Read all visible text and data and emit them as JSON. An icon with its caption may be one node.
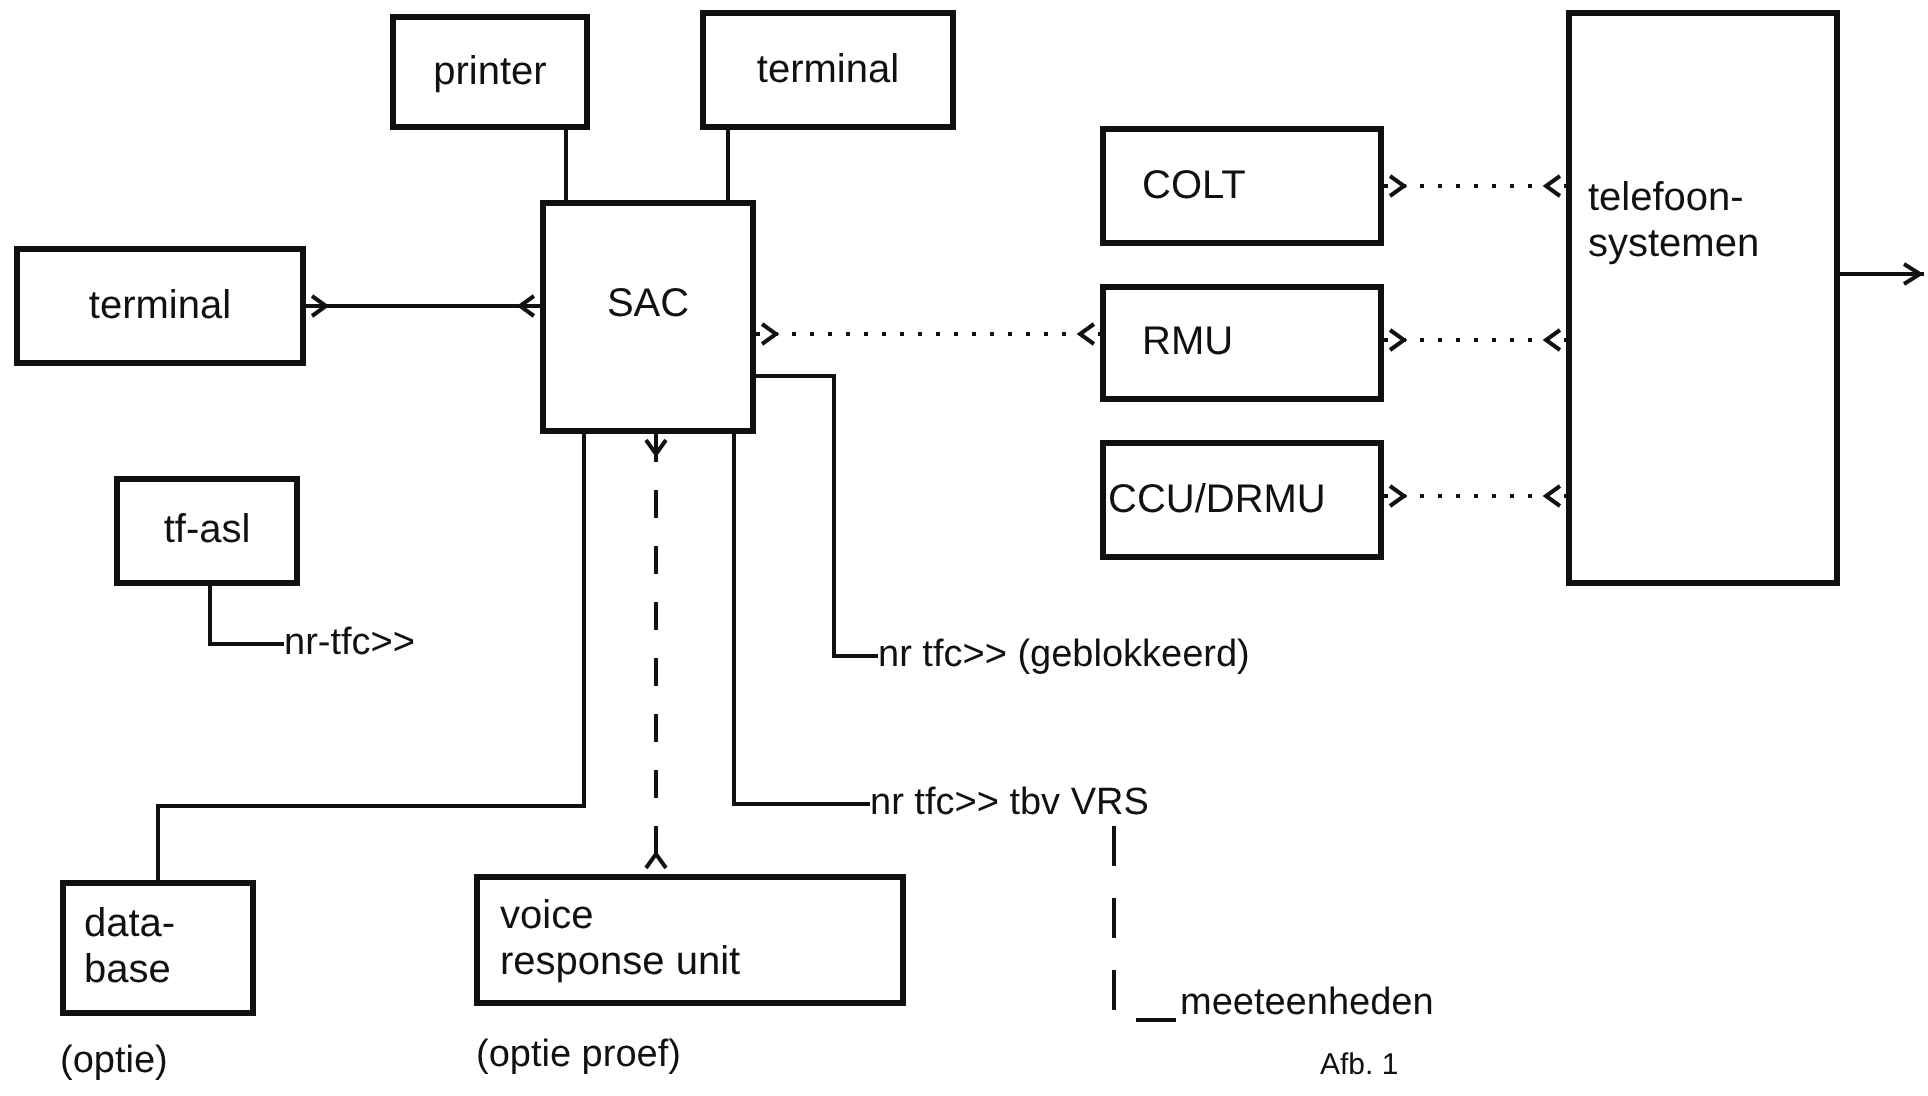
{
  "diagram": {
    "caption": "Afb. 1",
    "nodes": [
      {
        "text": [
          "printer"
        ]
      },
      {
        "text": [
          "terminal"
        ]
      },
      {
        "text": [
          "terminal"
        ]
      },
      {
        "text": [
          "SAC"
        ]
      },
      {
        "text": [
          "tf-asl"
        ]
      },
      {
        "text": [
          "nr-tfc>>"
        ]
      },
      {
        "text": [
          "COLT"
        ]
      },
      {
        "text": [
          "RMU"
        ]
      },
      {
        "text": [
          "CCU/DRMU"
        ]
      },
      {
        "text": [
          "telefoon- systemen"
        ]
      },
      {
        "text": [
          "nr tfc>> (geblokkeerd)"
        ]
      },
      {
        "text": [
          "nr tfc>> tbv VRS"
        ]
      },
      {
        "text": [
          "data- base"
        ],
        "beside": [
          "(optie)"
        ]
      },
      {
        "text": [
          "voice response unit"
        ],
        "beside": [
          "(optie proef)"
        ]
      },
      {
        "text": [
          "meeteenheden"
        ]
      }
    ],
    "edges": [
      {
        "from": 0,
        "to": 3,
        "arrow": "none"
      },
      {
        "from": 1,
        "to": 3,
        "arrow": "none"
      },
      {
        "from": 2,
        "to": 3,
        "arrow": "other"
      },
      {
        "from": 3,
        "to": 7,
        "arrow": "other",
        "style": "dashed"
      },
      {
        "from": 6,
        "to": 9,
        "arrow": "other",
        "style": "dashed"
      },
      {
        "from": 7,
        "to": 9,
        "arrow": "other",
        "style": "dashed"
      },
      {
        "from": 8,
        "to": 9,
        "arrow": "other",
        "style": "dashed"
      },
      {
        "from": 9,
        "to": null,
        "arrow": "to"
      },
      {
        "from": 4,
        "to": 5,
        "arrow": "none"
      },
      {
        "from": 3,
        "to": 10,
        "arrow": "none"
      },
      {
        "from": 3,
        "to": 11,
        "arrow": "none"
      },
      {
        "from": 3,
        "to": 12,
        "arrow": "none"
      },
      {
        "from": 3,
        "to": 13,
        "arrow": "other",
        "style": "dashed"
      },
      {
        "from": 11,
        "to": 14,
        "arrow": "none",
        "style": "dashed"
      }
    ]
  }
}
